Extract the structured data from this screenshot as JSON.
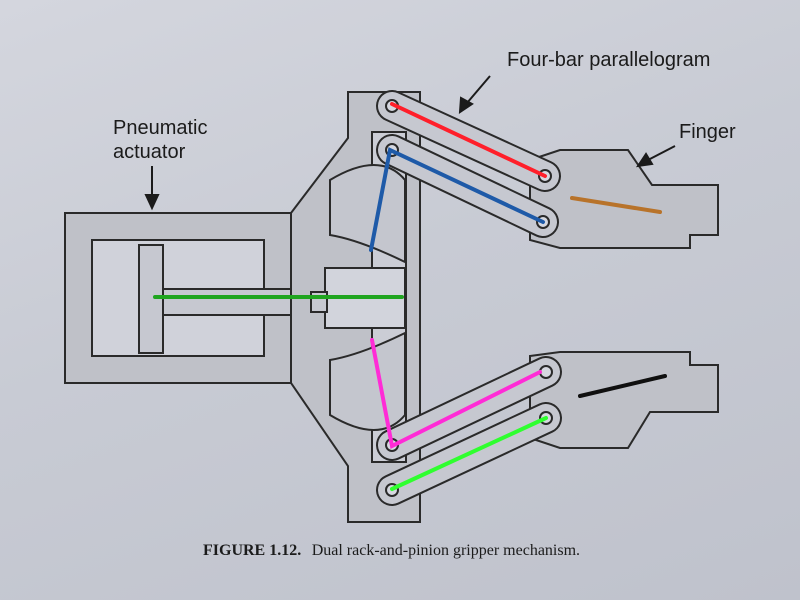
{
  "labels": {
    "four_bar": "Four-bar parallelogram",
    "finger": "Finger",
    "pneumatic_line1": "Pneumatic",
    "pneumatic_line2": "actuator"
  },
  "caption": {
    "figure_number": "FIGURE 1.12.",
    "text": "Dual rack-and-pinion gripper mechanism."
  },
  "colors": {
    "paper": "#c8cbd4",
    "housing": "#bfc1c8",
    "outline": "#2a2a2a",
    "red": "#ff1f2a",
    "blue": "#1e5aa8",
    "brown": "#b8732a",
    "green_dark": "#1fa51f",
    "magenta": "#ff2bd6",
    "green_light": "#2fff2f",
    "black": "#101010"
  }
}
